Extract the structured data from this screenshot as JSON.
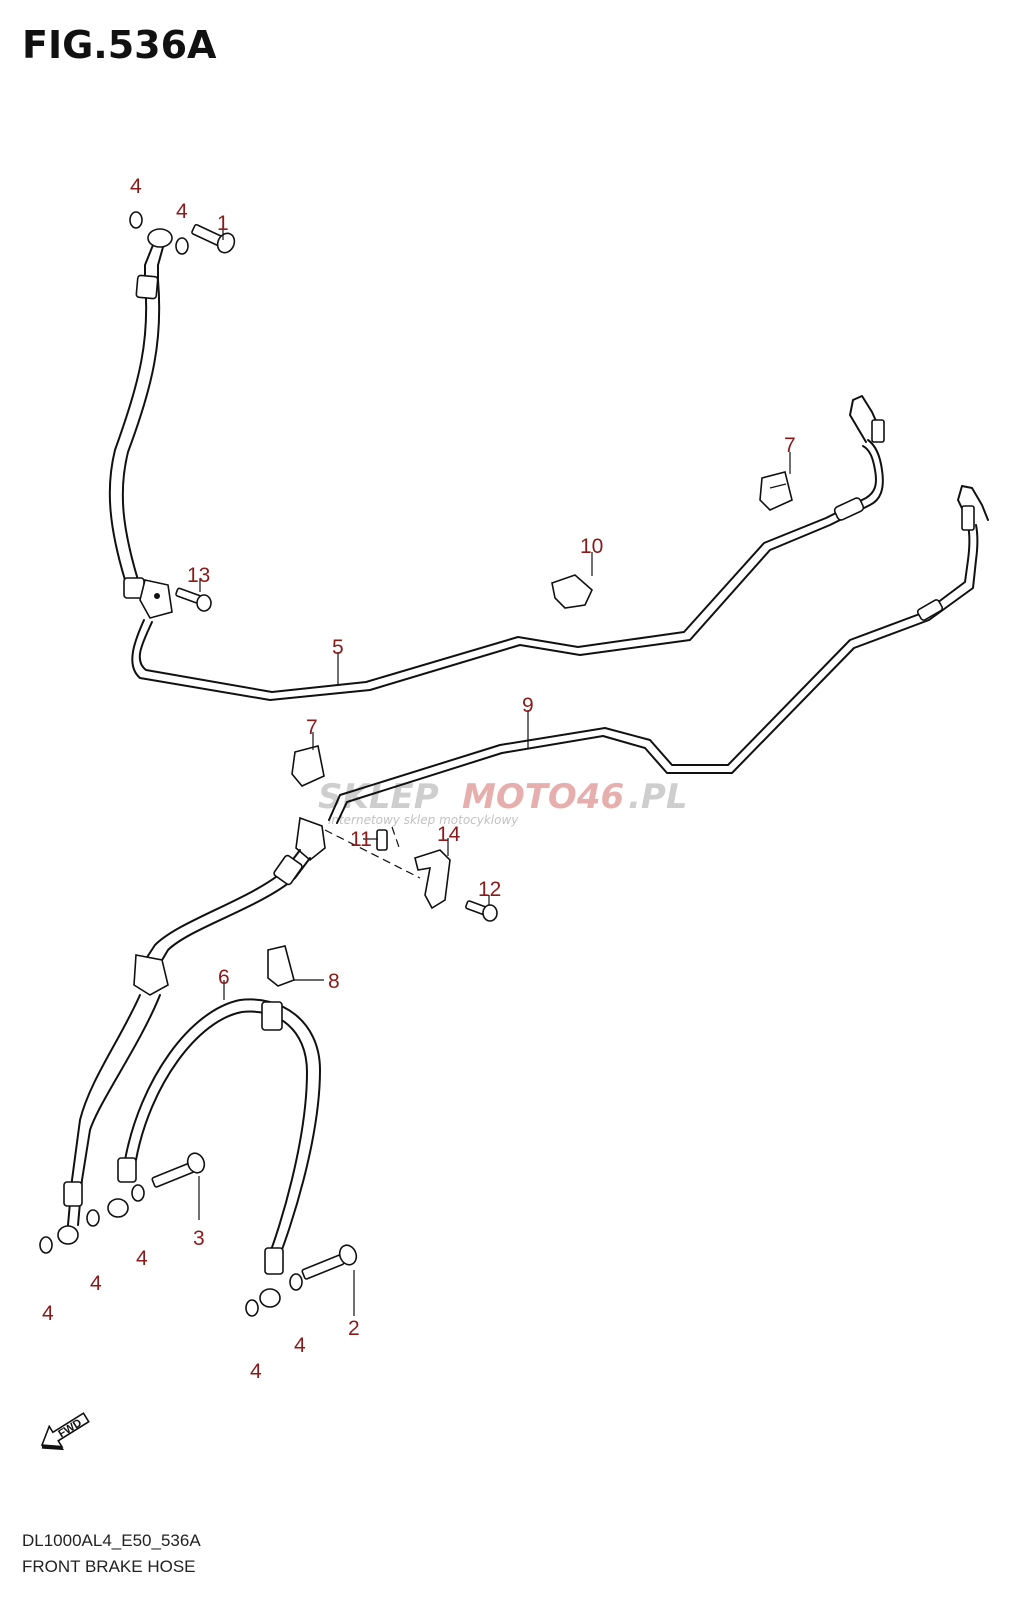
{
  "figure": {
    "title": "FIG.536A",
    "code": "DL1000AL4_E50_536A",
    "name": "FRONT BRAKE HOSE"
  },
  "watermark": {
    "brand_gray": "SKLEP",
    "brand_red": "MOTO46",
    "domain": ".PL",
    "tagline": "internetowy sklep motocyklowy"
  },
  "fwd_label": "FWD",
  "callouts": [
    "1",
    "2",
    "3",
    "4",
    "5",
    "6",
    "7",
    "8",
    "9",
    "10",
    "11",
    "12",
    "13",
    "14"
  ],
  "colors": {
    "callout": "#8b1a1a",
    "line": "#111111",
    "watermark_red": "#e5a6a6"
  }
}
